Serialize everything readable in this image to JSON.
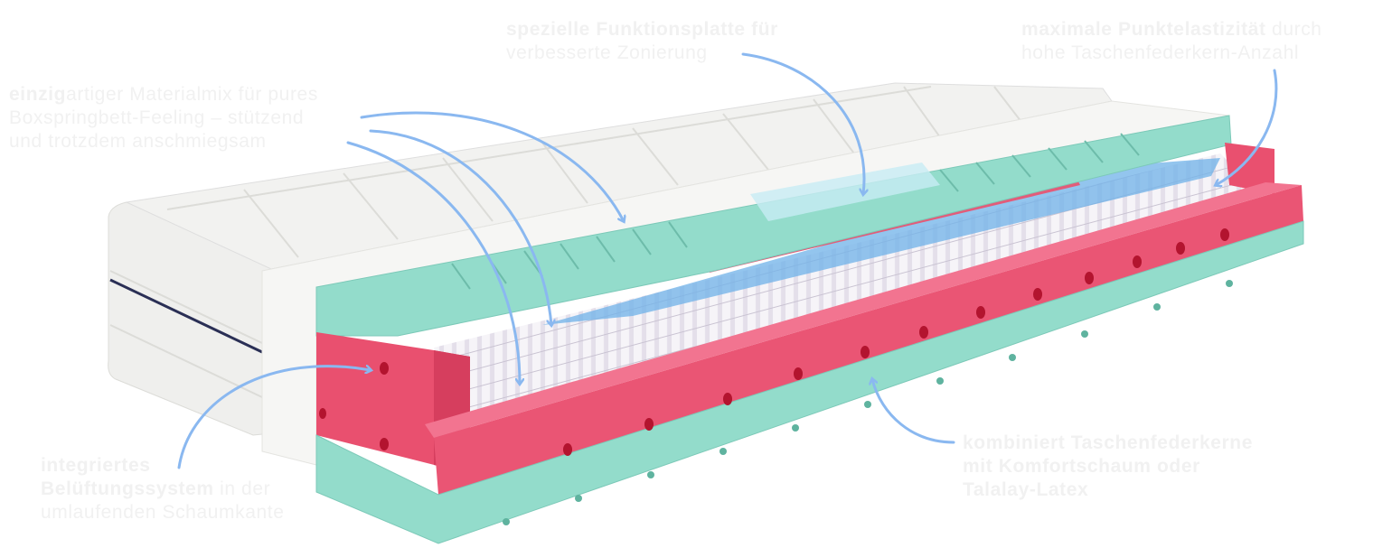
{
  "colors": {
    "arrow": "#8ab8f0",
    "pink": "#e9506f",
    "mint": "#8fd8c8",
    "text": "#f1f1f1",
    "cover": "#eeeeec"
  },
  "annotations": {
    "material_mix": {
      "bold": "einzig",
      "line1_rest": "artiger Materialmix für pures",
      "line2": "Boxspringbett-Feeling – stützend",
      "line3": "und trotzdem anschmiegsam"
    },
    "function_plate": {
      "line1": "spezielle Funktionsplatte für",
      "line2": "verbesserte Zonierung"
    },
    "point_elasticity": {
      "bold": "maximale Punktelastizität",
      "line1_rest": " durch",
      "line2": "hohe Taschenfederkern-Anzahl"
    },
    "ventilation": {
      "bold1": "integriertes",
      "bold2": "Belüftungssystem",
      "line2_rest": " in der",
      "line3": "umlaufenden Schaumkante"
    },
    "combined_core": {
      "line1": "kombiniert Taschenfederkerne",
      "line2": "mit Komfortschaum oder",
      "line3": "Talalay-Latex"
    }
  }
}
